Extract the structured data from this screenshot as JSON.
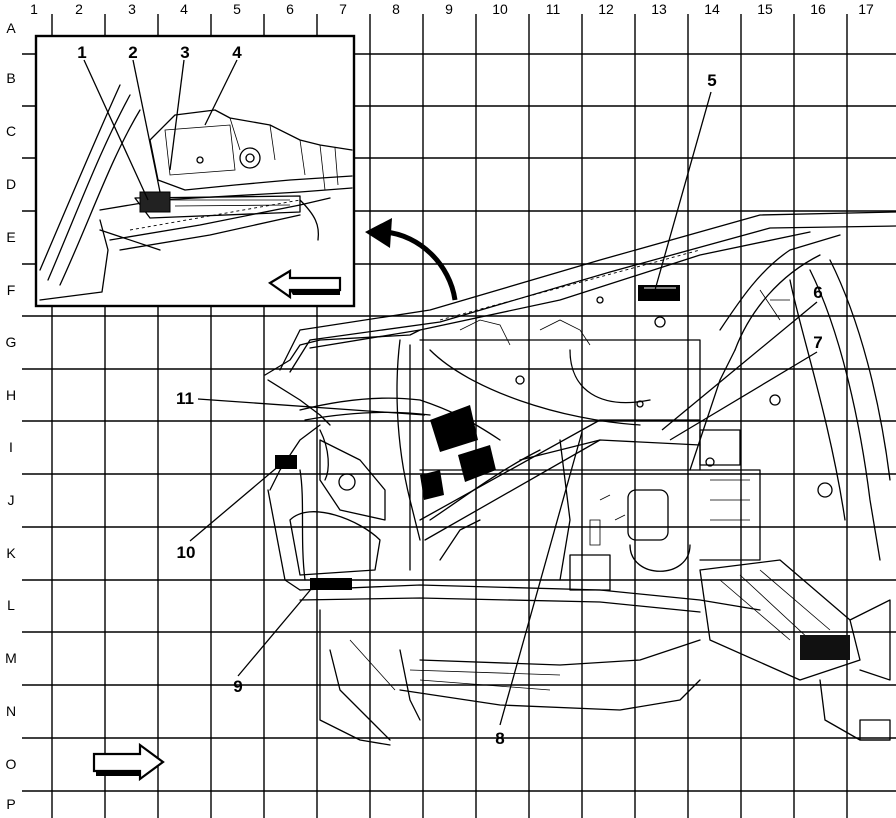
{
  "grid": {
    "columns": [
      "1",
      "2",
      "3",
      "4",
      "5",
      "6",
      "7",
      "8",
      "9",
      "10",
      "11",
      "12",
      "13",
      "14",
      "15",
      "16",
      "17"
    ],
    "rows": [
      "A",
      "B",
      "C",
      "D",
      "E",
      "F",
      "G",
      "H",
      "I",
      "J",
      "K",
      "L",
      "M",
      "N",
      "O",
      "P"
    ]
  },
  "callouts": [
    "1",
    "2",
    "3",
    "4",
    "5",
    "6",
    "7",
    "8",
    "9",
    "10",
    "11"
  ],
  "arrows": {
    "inset_direction_icon": "left-arrow-icon",
    "view_direction_icon": "right-arrow-icon",
    "detail_pointer_icon": "curved-arrow-icon"
  }
}
